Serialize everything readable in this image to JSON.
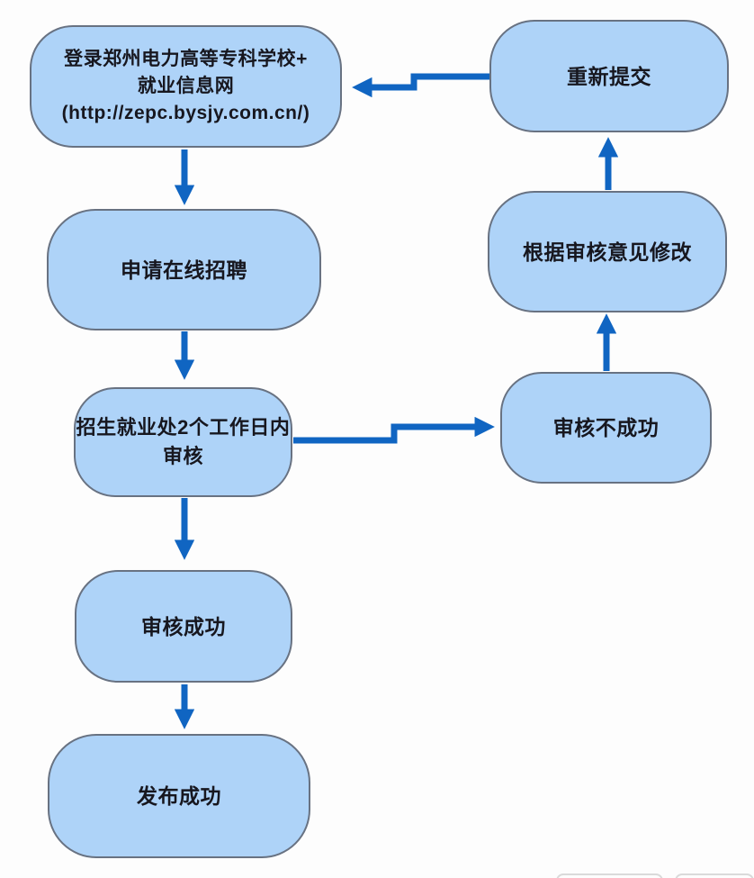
{
  "diagram": {
    "type": "flowchart",
    "colors": {
      "node_fill": "#aed3f8",
      "node_border": "#687282",
      "arrow": "#1065c2",
      "text": "#17171f",
      "background": "#fdfdfd",
      "cropped_button_border": "#dadada"
    },
    "nodes": {
      "login": {
        "label": "登录郑州电力高等专科学校+\n就业信息网\n(http://zepc.bysjy.com.cn/)"
      },
      "apply": {
        "label": "申请在线招聘"
      },
      "review": {
        "label": "招生就业处2个工作日内\n审核"
      },
      "review_success": {
        "label": "审核成功"
      },
      "publish_success": {
        "label": "发布成功"
      },
      "resubmit": {
        "label": "重新提交"
      },
      "modify": {
        "label": "根据审核意见修改"
      },
      "review_fail": {
        "label": "审核不成功"
      }
    },
    "edges": [
      {
        "from": "login",
        "to": "apply"
      },
      {
        "from": "apply",
        "to": "review"
      },
      {
        "from": "review",
        "to": "review_success"
      },
      {
        "from": "review_success",
        "to": "publish_success"
      },
      {
        "from": "review",
        "to": "review_fail"
      },
      {
        "from": "review_fail",
        "to": "modify"
      },
      {
        "from": "modify",
        "to": "resubmit"
      },
      {
        "from": "resubmit",
        "to": "login"
      }
    ]
  }
}
